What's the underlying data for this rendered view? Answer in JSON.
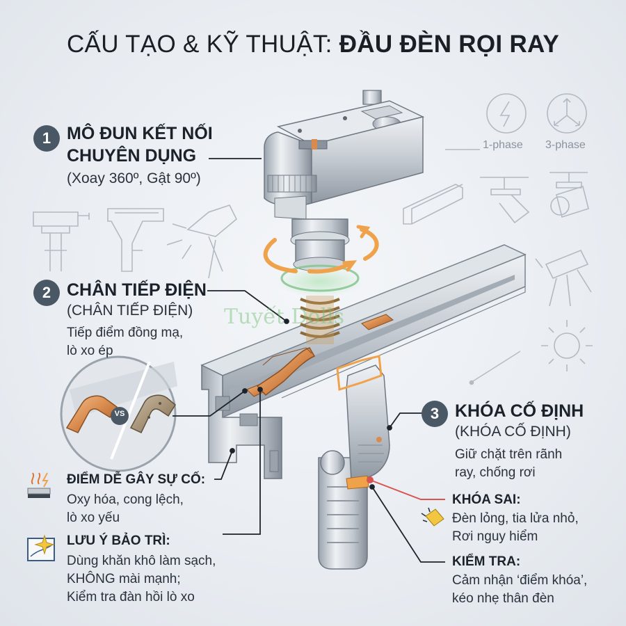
{
  "title": {
    "normal": "CẤU TẠO & KỸ THUẬT: ",
    "bold": "ĐẦU ĐÈN RỌI RAY"
  },
  "callouts": {
    "one": {
      "number": "1",
      "line1": "MÔ ĐUN KẾT NỐI",
      "line2": "CHUYÊN DỤNG",
      "sub": "(Xoay 360º, Gật 90º)"
    },
    "two": {
      "number": "2",
      "heading": "CHÂN TIẾP ĐIỆN",
      "sub": "(CHÂN TIẾP ĐIỆN)",
      "line1": "Tiếp điểm đồng mạ,",
      "line2": "lò xo ép"
    },
    "three": {
      "number": "3",
      "heading": "KHÓA CỐ ĐỊNH",
      "sub": "(KHÓA CỐ ĐỊNH)",
      "line1": "Giữ chặt trên rãnh",
      "line2": "ray, chống rơi"
    }
  },
  "fault_point": {
    "heading": "ĐIỂM DỄ GÂY SỰ CỐ:",
    "line1": "Oxy hóa, cong lệch,",
    "line2": "lò xo yếu"
  },
  "maintenance": {
    "heading": "LƯU Ý BẢO TRÌ:",
    "line1": "Dùng khăn khô làm sạch,",
    "line2": "KHÔNG mài mạnh;",
    "line3": "Kiểm tra đàn hồi lò xo"
  },
  "wrong_lock": {
    "heading": "KHÓA SAI:",
    "line1": "Đèn lỏng, tia lửa nhỏ,",
    "line2": "Rơi nguy hiểm"
  },
  "check": {
    "heading": "KIỂM TRA:",
    "line1": "Cảm nhận ‘điểm khóa’,",
    "line2": "kéo nhẹ thân đèn"
  },
  "phases": {
    "single": "1-phase",
    "three": "3-phase"
  },
  "inset": {
    "vs_label": "VS"
  },
  "watermark": {
    "text": "Tuyết Dolls"
  },
  "colors": {
    "badge": "#4a5866",
    "rotation_arrow": "#f0a24a",
    "copper": "#d98b4e",
    "warning_line": "#d9534f",
    "metal": "#c3c9d0",
    "watermark": "#6fbf73"
  },
  "icons": [
    "lightning-icon",
    "three-phase-icon",
    "track-spotlight-icon",
    "sun-icon",
    "warning-heat-icon",
    "sparkle-icon",
    "flashlight-icon"
  ]
}
